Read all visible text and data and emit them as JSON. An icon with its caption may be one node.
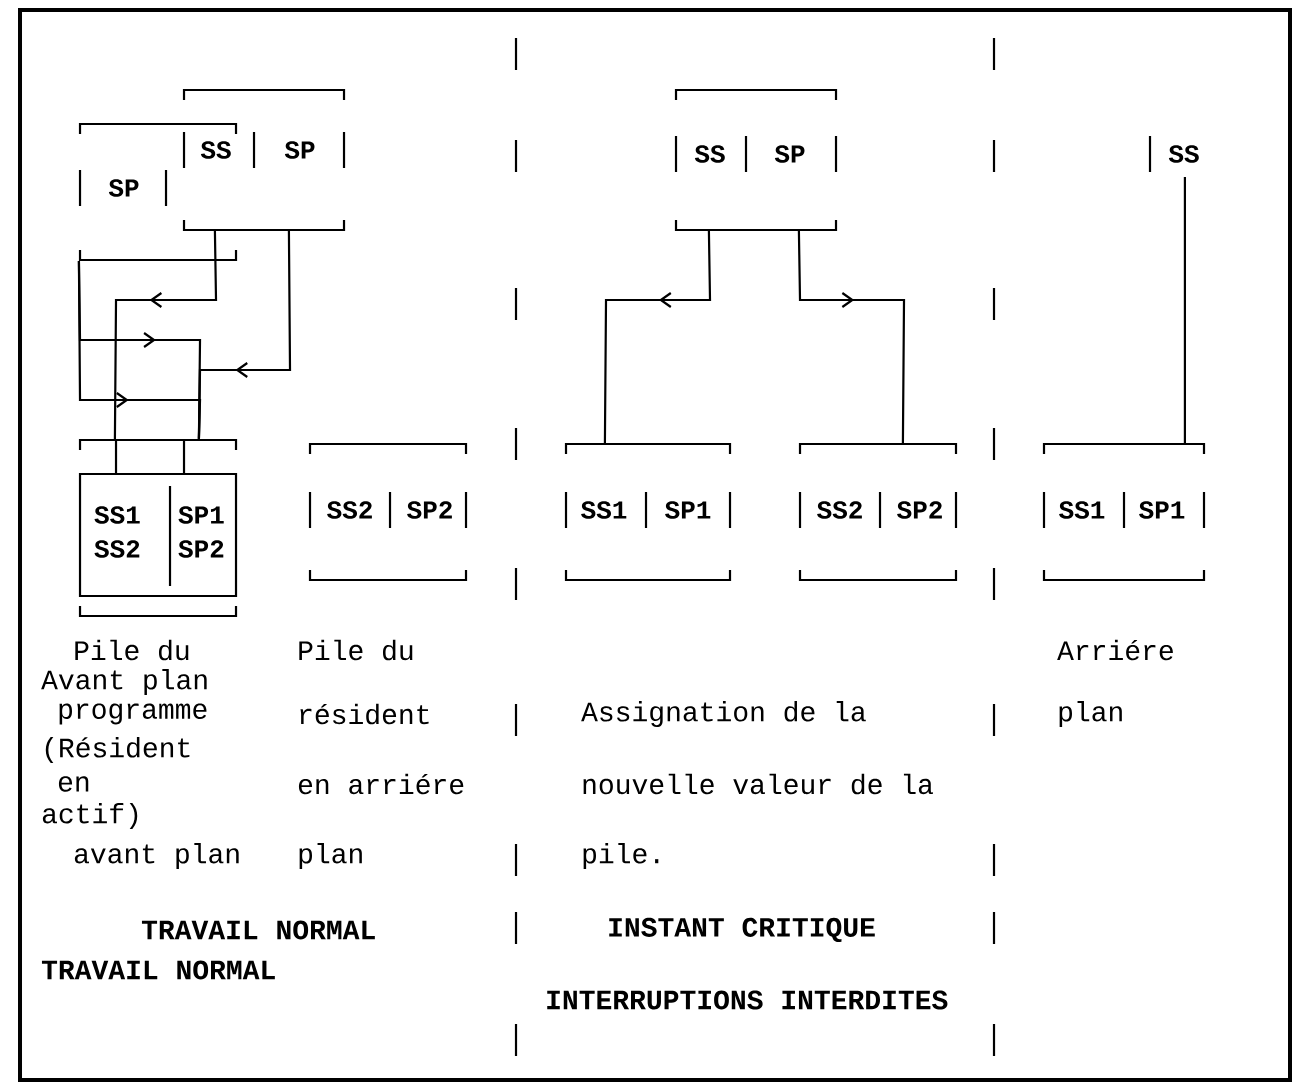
{
  "diagram": {
    "nodes": [
      {
        "text": [
          "SP"
        ]
      },
      {
        "text": [
          "SS",
          "SP"
        ]
      },
      {
        "text": [
          "SS1 SS2",
          "SP1 SP2"
        ]
      },
      {
        "text": [
          "SS2",
          "SP2"
        ]
      },
      {
        "text": [
          "SS",
          "SP"
        ]
      },
      {
        "text": [
          "SS1",
          "SP1"
        ]
      },
      {
        "text": [
          "SS2",
          "SP2"
        ]
      },
      {
        "text": [
          "SS"
        ]
      },
      {
        "text": [
          "SS1",
          "SP1"
        ]
      }
    ],
    "edges": [
      {
        "from": 1,
        "to": 2,
        "arrow": "to"
      },
      {
        "from": 0,
        "to": 2,
        "arrow": "to"
      },
      {
        "from": 1,
        "to": 2,
        "arrow": "to"
      },
      {
        "from": 0,
        "to": 2,
        "arrow": "to"
      },
      {
        "from": 4,
        "to": 5,
        "arrow": "to"
      },
      {
        "from": 4,
        "to": 6,
        "arrow": "to"
      },
      {
        "from": 7,
        "to": 8,
        "arrow": "none"
      }
    ],
    "labels": [
      "Pile du",
      "Pile du",
      "Arriére",
      "Avant plan",
      "programme",
      "résident",
      "Assignation de la",
      "plan",
      "(Résident",
      "en",
      "en arriére",
      "nouvelle valeur de la",
      "actif)",
      "avant plan",
      "plan",
      "pile.",
      "TRAVAIL NORMAL",
      "INSTANT CRITIQUE",
      "TRAVAIL NORMAL",
      "INTERRUPTIONS INTERDITES"
    ]
  }
}
